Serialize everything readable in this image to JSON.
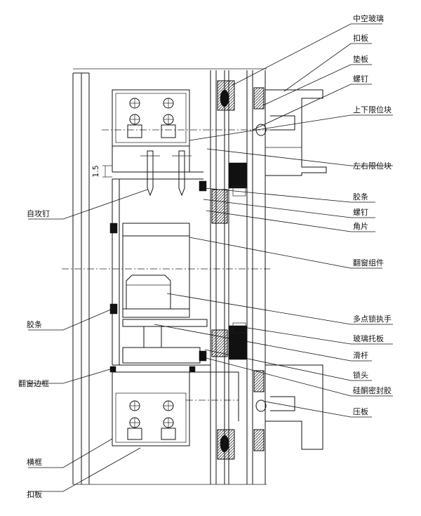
{
  "labels_right": [
    "中空玻璃",
    "扣板",
    "垫板",
    "螺钉",
    "上下限位块",
    "左右限位块",
    "胶条",
    "螺钉",
    "角片",
    "翻窗组件",
    "多点锁执手",
    "玻璃托板",
    "滑杆",
    "锁头",
    "硅酮密封胶",
    "压板"
  ],
  "labels_left": [
    "自攻钉",
    "胶条",
    "翻窗边框",
    "横框",
    "扣板"
  ],
  "dimension": "1.5"
}
